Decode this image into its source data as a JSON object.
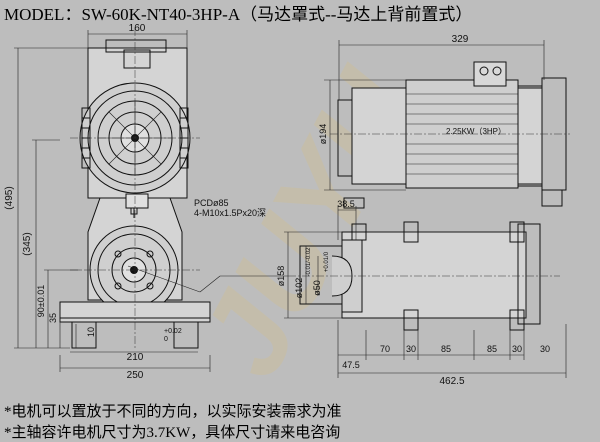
{
  "title": "MODEL：SW-60K-NT40-3HP-A（马达罩式--马达上背前置式）",
  "watermark": "JUYU",
  "notes": [
    "*电机可以置放于不同的方向，以实际安装需求为准",
    "*主轴容许电机尺寸为3.7KW，具体尺寸请来电咨询"
  ],
  "dims": {
    "top_width": "160",
    "total_height": "(495)",
    "mid_height": "(345)",
    "pcd": "PCDø85",
    "thread": "4-M10x1.5Px20深",
    "base_height": "90±0.01",
    "foot_35": "35",
    "foot_10": "10",
    "slot_210": "210",
    "tol_plus": "+0.02",
    "tol_zero": "0",
    "base_width": "250",
    "motor_length": "329",
    "motor_dia": "ø194",
    "motor_label": "2.25KW（3HP）",
    "flange_38": "38.5",
    "dia_158": "ø158",
    "dia_102": "ø102",
    "tol_102": "-0.01/-0.02",
    "dia_50": "ø50",
    "tol_50": "+0.01/0",
    "len_47": "47.5",
    "len_70": "70",
    "len_30a": "30",
    "len_85a": "85",
    "len_30b": "30",
    "len_85b": "85",
    "len_30c": "30",
    "total_length": "462.5"
  }
}
